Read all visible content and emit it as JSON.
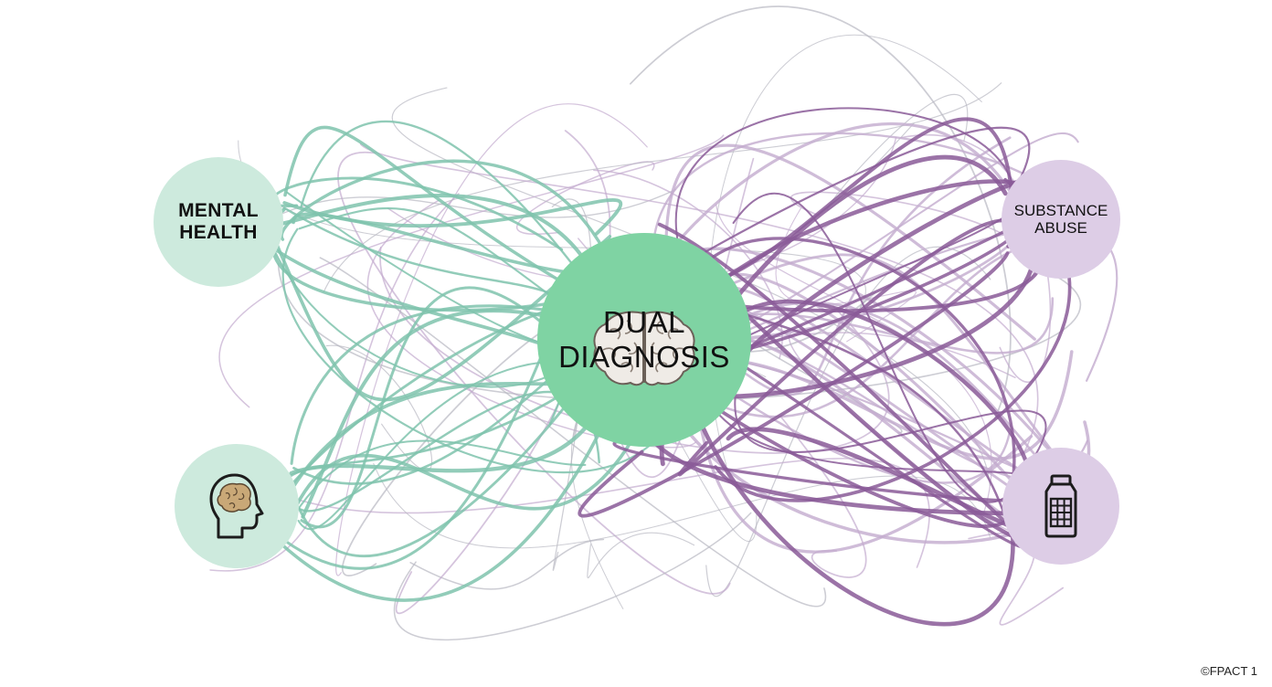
{
  "diagram": {
    "center_node": {
      "label": "DUAL\nDIAGNOSIS",
      "icon": "brain-icon"
    },
    "left_node": {
      "label": "MENTAL\nHEALTH"
    },
    "right_node": {
      "label": "SUBSTANCE\nABUSE"
    },
    "left_icon_node": {
      "icon": "head-brain-icon"
    },
    "right_icon_node": {
      "icon": "pill-bottle-icon"
    },
    "watermark": "©FPACT 1"
  },
  "colors": {
    "background": "#ffffff",
    "mental_health_fill": "#cdeadd",
    "center_fill": "#7fd3a3",
    "substance_fill": "#ddcde6",
    "teal_thread": "#7fc3ad",
    "purple_thread": "#8a5a98",
    "light_purple_thread": "#c3abce",
    "gray_thread": "#b8b8c2"
  }
}
